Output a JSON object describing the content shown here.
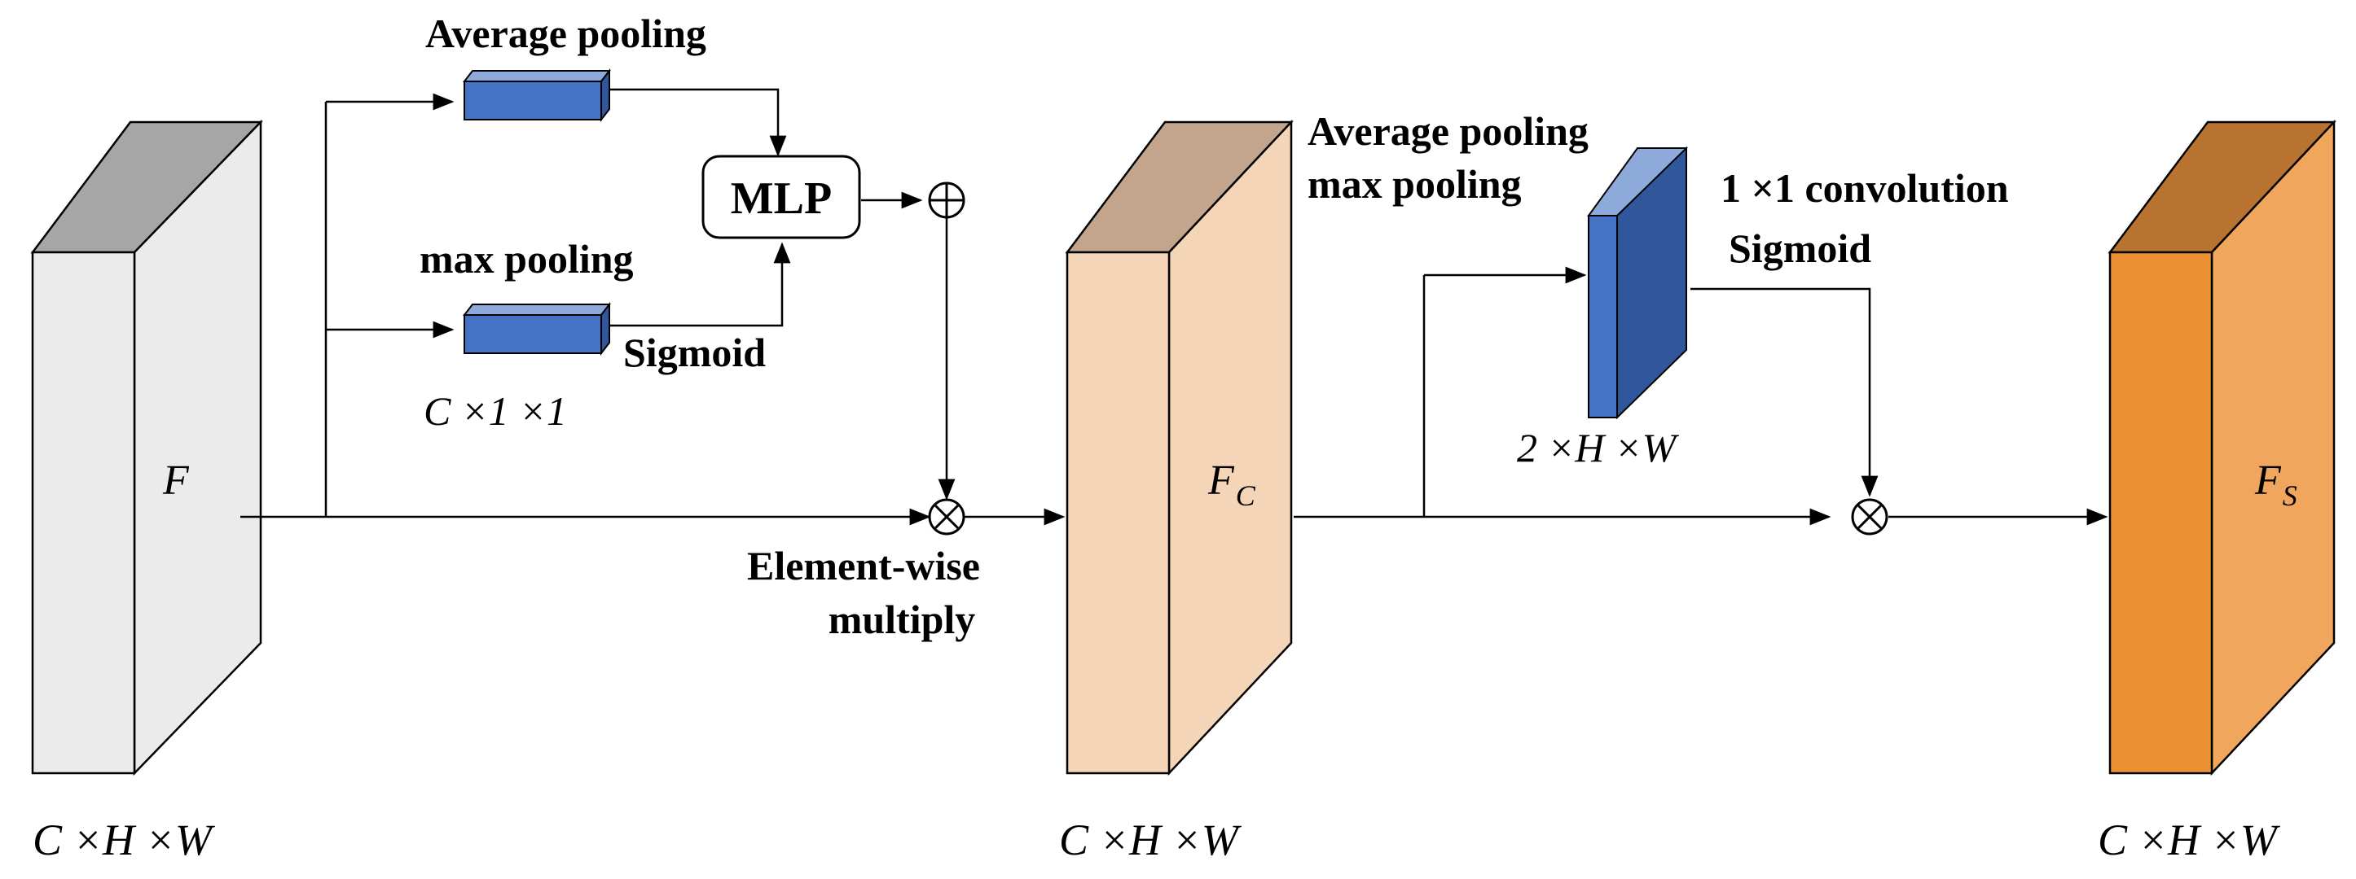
{
  "feature_maps": {
    "input": {
      "label": "F",
      "dims": "C ×H ×W"
    },
    "channel_refined": {
      "label_main": "F",
      "label_sub": "C",
      "dims": "C ×H ×W"
    },
    "spatial_refined": {
      "label_main": "F",
      "label_sub": "S",
      "dims": "C ×H ×W"
    }
  },
  "channel_attention": {
    "avg_pool_label": "Average pooling",
    "max_pool_label": "max pooling",
    "mlp_label": "MLP",
    "sigmoid_label": "Sigmoid",
    "pooled_dims": "C ×1 ×1"
  },
  "multiply": {
    "label_line1": "Element-wise",
    "label_line2": "multiply"
  },
  "spatial_attention": {
    "pool_label_line1": "Average pooling",
    "pool_label_line2": "max pooling",
    "conv_label": "1 ×1 convolution",
    "sigmoid_label": "Sigmoid",
    "pooled_dims": "2 ×H ×W"
  },
  "colors": {
    "input_front": "#ebebeb",
    "input_top": "#a6a6a6",
    "mid_front": "#f5d5b8",
    "mid_top": "#c2a58c",
    "out_front": "#ed9135",
    "out_side": "#f0a65c",
    "out_top": "#b87330",
    "blue_front": "#4472c4",
    "blue_side": "#30569c",
    "blue_top": "#8eaadb"
  }
}
